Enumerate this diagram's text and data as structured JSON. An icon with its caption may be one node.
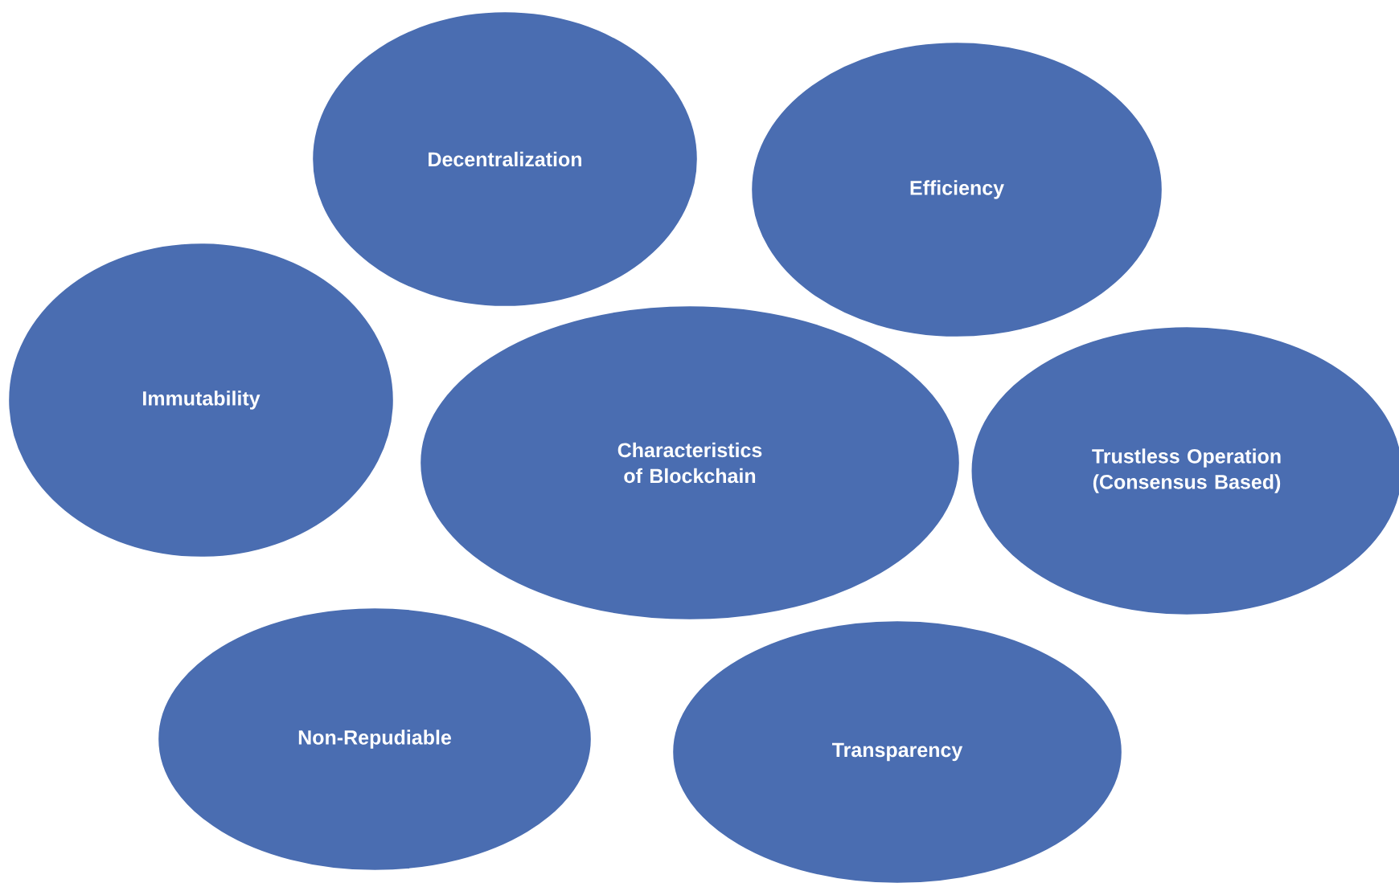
{
  "diagram": {
    "nodes": [
      {
        "text": [
          "Decentralization"
        ]
      },
      {
        "text": [
          "Efficiency"
        ]
      },
      {
        "text": [
          "Immutability"
        ]
      },
      {
        "text": [
          "Characteristics of Blockchain"
        ]
      },
      {
        "text": [
          "Trustless Operation (Consensus Based)"
        ]
      },
      {
        "text": [
          "Non-Repudiable"
        ]
      },
      {
        "text": [
          "Transparency"
        ]
      }
    ]
  }
}
